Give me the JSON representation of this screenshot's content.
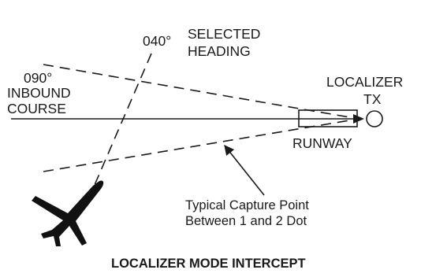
{
  "labels": {
    "heading_angle": "040°",
    "selected": "SELECTED",
    "heading": "HEADING",
    "course_angle": "090°",
    "inbound": "INBOUND",
    "course": "COURSE",
    "localizer": "LOCALIZER",
    "tx": "TX",
    "runway": "RUNWAY",
    "capture_line1": "Typical Capture Point",
    "capture_line2": "Between 1 and 2 Dot",
    "title": "LOCALIZER MODE INTERCEPT"
  },
  "icons": [
    "airplane-icon",
    "localizer-transmitter-icon",
    "arrowhead-icon"
  ],
  "colors": {
    "ink": "#1a1a1a",
    "background": "#ffffff"
  }
}
